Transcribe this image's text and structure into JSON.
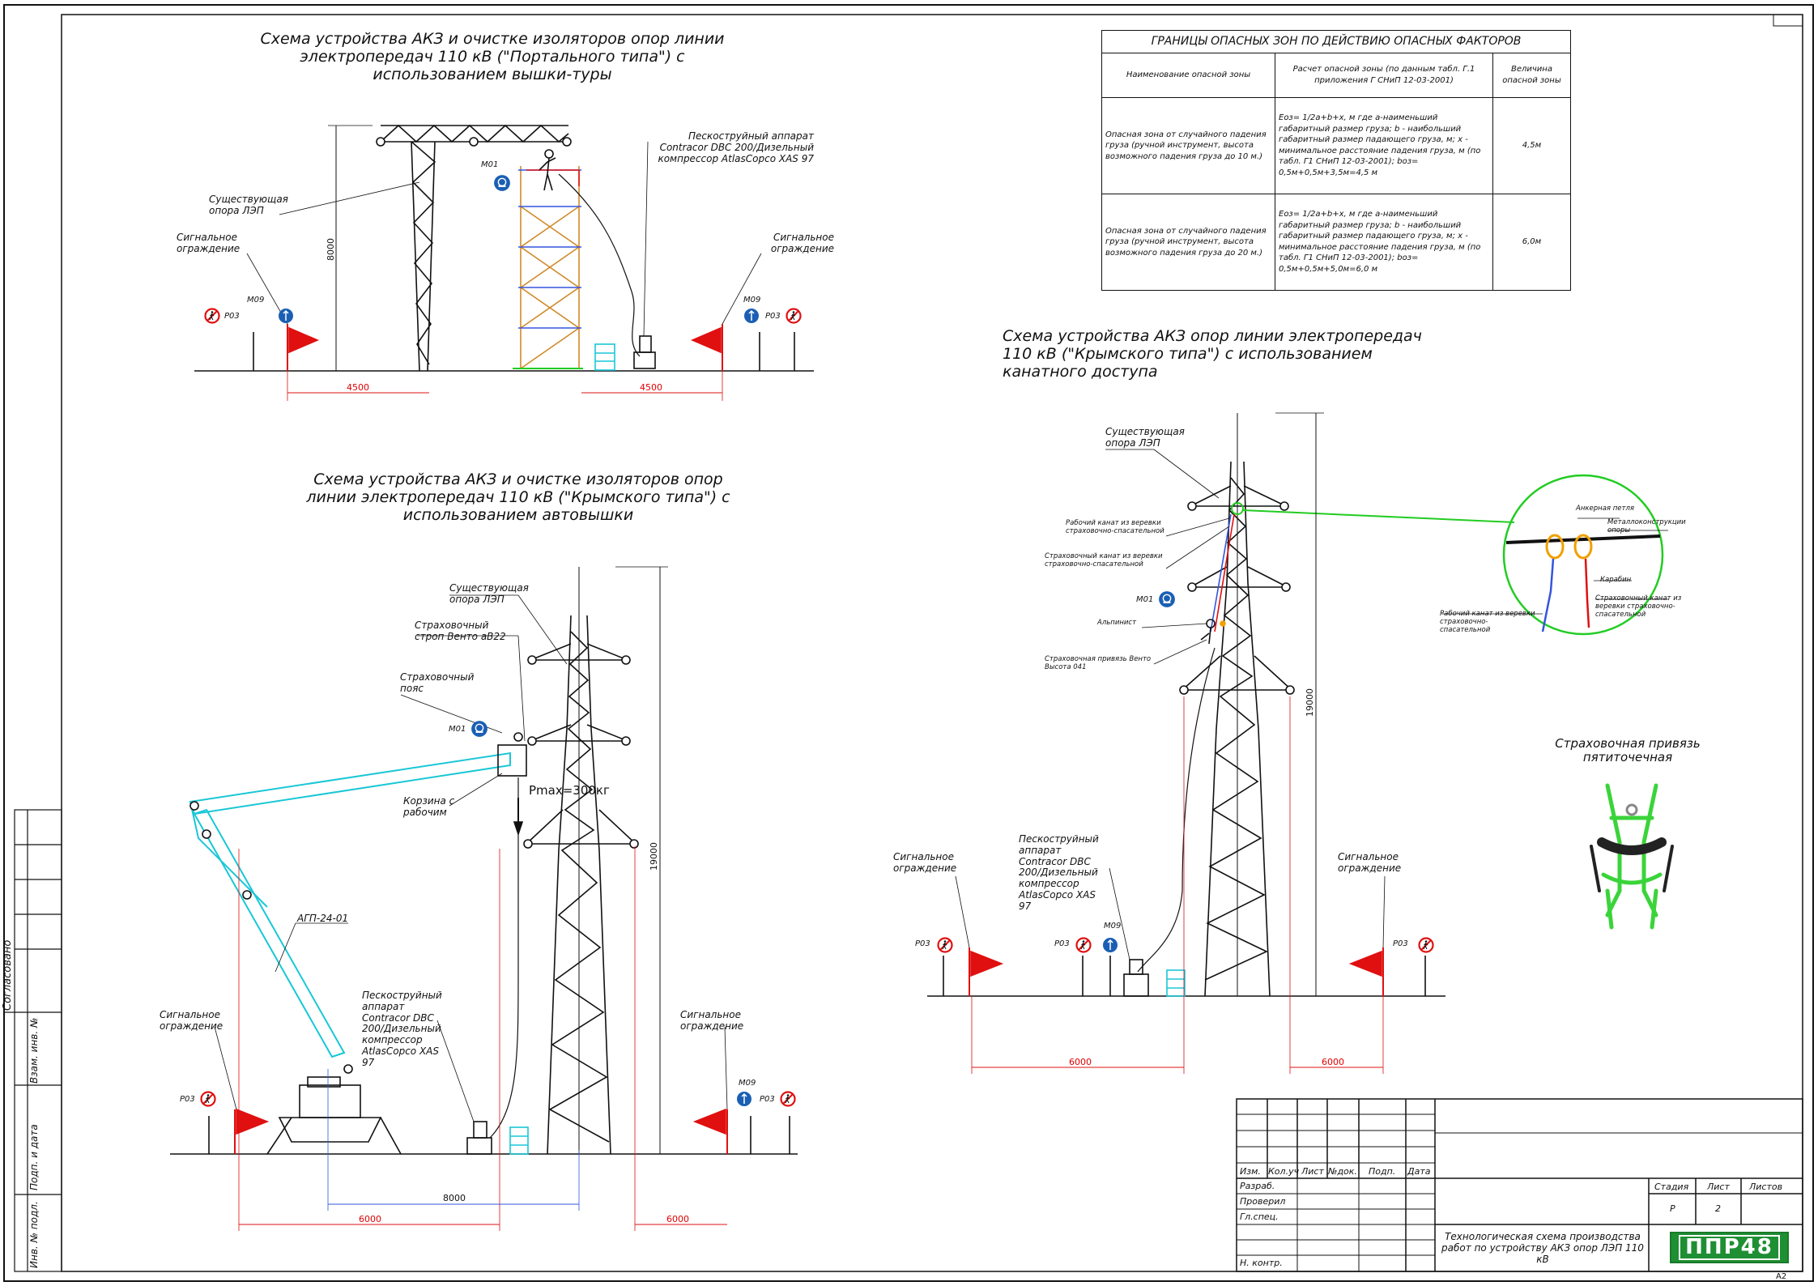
{
  "titles": {
    "portal": "Схема устройства АКЗ и очистке изоляторов опор линии электропередач 110 кВ (\"Портального типа\") с использованием вышки-туры",
    "crimean_lift": "Схема устройства АКЗ и очистке изоляторов опор линии электропередач 110 кВ (\"Крымского типа\") с использованием автовышки",
    "crimean_rope": "Схема устройства АКЗ опор линии электропередач 110 кВ (\"Крымского типа\") с использованием канатного доступа",
    "harness": "Страховочная привязь пятиточечная"
  },
  "hazard_table": {
    "caption": "ГРАНИЦЫ ОПАСНЫХ ЗОН ПО ДЕЙСТВИЮ ОПАСНЫХ ФАКТОРОВ",
    "headers": [
      "Наименование опасной зоны",
      "Расчет опасной зоны (по данным табл. Г.1 приложения Г СНиП 12-03-2001)",
      "Величина опасной зоны"
    ],
    "rows": [
      {
        "name": "Опасная зона от случайного падения груза (ручной инструмент, высота возможного падения груза до 10 м.)",
        "calc": "Еоз= 1/2а+b+x, м где а-наименьший габаритный размер груза; b - наибольший габаритный размер падающего груза, м; x - минимальное расстояние падения груза, м (по табл. Г1 СНиП 12-03-2001); bоз= 0,5м+0,5м+3,5м=4,5 м",
        "value": "4,5м"
      },
      {
        "name": "Опасная зона от случайного падения груза (ручной инструмент, высота возможного падения груза до 20 м.)",
        "calc": "Еоз= 1/2а+b+x, м где а-наименьший габаритный размер груза; b - наибольший габаритный размер падающего груза, м; x - минимальное расстояние падения груза, м (по табл. Г1 СНиП 12-03-2001); bоз= 0,5м+0,5м+5,0м=6,0 м",
        "value": "6,0м"
      }
    ]
  },
  "labels": {
    "existing_support": "Существующая опора ЛЭП",
    "signal_fence": "Сигнальное ограждение",
    "sandblaster_1": "Пескоструйный аппарат Contracor DBC 200/Дизельный компрессор AtlasCopco XAS 97",
    "sandblaster_2": "Пескоструйный аппарат Contracor DBC 200/Дизельный компрессор AtlasCopco XAS 97",
    "sandblaster_3": "Пескоструйный аппарат Contracor DBC 200/Дизельный компрессор AtlasCopco XAS 97",
    "lanyard": "Страховочный строп Венто аВ22",
    "belt": "Страховочный пояс",
    "basket": "Корзина с рабочим",
    "pmax": "Pmax=300кг",
    "lift": "АГП-24-01",
    "work_rope": "Рабочий канат из веревки страховочно-спасательной",
    "safety_rope": "Страховочный канат из веревки страховочно-спасательной",
    "climber": "Альпинист",
    "harness_vento": "Страховочная привязь Венто Высота 041",
    "anchor_loop": "Анкерная петля",
    "metal_struct": "Металлоконструкции опоры",
    "carabiner": "Карабин",
    "work_rope_detail": "Рабочий канат из веревки страховочно-спасательной",
    "safety_rope_detail": "Страховочный канат из веревки страховочно-спасательной",
    "m01": "M01",
    "m09": "M09",
    "p03": "P03"
  },
  "dimensions": {
    "portal_height": "8000",
    "portal_left": "4500",
    "portal_right": "4500",
    "lift_height": "19000",
    "lift_left": "6000",
    "lift_reach": "8000",
    "lift_right": "6000",
    "rope_height": "19000",
    "rope_left": "6000",
    "rope_right": "6000"
  },
  "side_stamp": [
    "Согласовано",
    "Взам. инв. №",
    "Подп. и дата",
    "Инв. № подл."
  ],
  "title_block": {
    "columns": [
      "Изм.",
      "Кол.уч",
      "Лист",
      "№док.",
      "Подп.",
      "Дата"
    ],
    "roles": [
      "Разраб.",
      "Проверил",
      "Гл.спец.",
      "",
      "Н. контр."
    ],
    "stage_header": "Стадия",
    "sheet_header": "Лист",
    "sheets_header": "Листов",
    "stage": "Р",
    "sheet": "2",
    "sheets": "",
    "doc_title": "Технологическая схема производства работ по устройству АКЗ опор ЛЭП 110 кВ",
    "logo": "ППР48",
    "format": "А2"
  },
  "colors": {
    "warning_red": "#e01010",
    "sign_blue": "#1a5fb4",
    "green_leader": "#22cc22",
    "scaffold_blue": "#3355dd",
    "scaffold_orange": "#d08a2a",
    "cyan_lift": "#19c7d6"
  }
}
